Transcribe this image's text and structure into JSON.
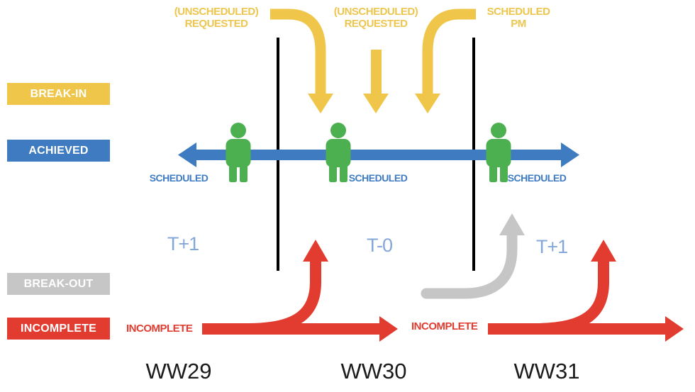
{
  "colors": {
    "break_in": "#EFC64A",
    "achieved": "#3E7BC0",
    "break_out": "#C6C6C6",
    "incomplete": "#E23C30",
    "person": "#4CAF50",
    "scheduled_text": "#3E7BC0",
    "t_label_text": "#84A7DA",
    "timeline_line": "#000000",
    "week_text": "#1B1B1B"
  },
  "legend": {
    "items": [
      {
        "label": "BREAK-IN"
      },
      {
        "label": "ACHIEVED"
      },
      {
        "label": "BREAK-OUT"
      },
      {
        "label": "INCOMPLETE"
      }
    ]
  },
  "timeline": {
    "top_labels": [
      {
        "line1": "(UNSCHEDULED)",
        "line2": "REQUESTED"
      },
      {
        "line1": "(UNSCHEDULED)",
        "line2": "REQUESTED"
      },
      {
        "line1": "SCHEDULED",
        "line2": "PM"
      }
    ],
    "scheduled_labels": [
      "SCHEDULED",
      "SCHEDULED",
      "SCHEDULED"
    ],
    "t_labels": [
      "T+1",
      "T-0",
      "T+1"
    ],
    "incomplete_labels": [
      "INCOMPLETE",
      "INCOMPLETE"
    ],
    "weeks": [
      "WW29",
      "WW30",
      "WW31"
    ]
  }
}
